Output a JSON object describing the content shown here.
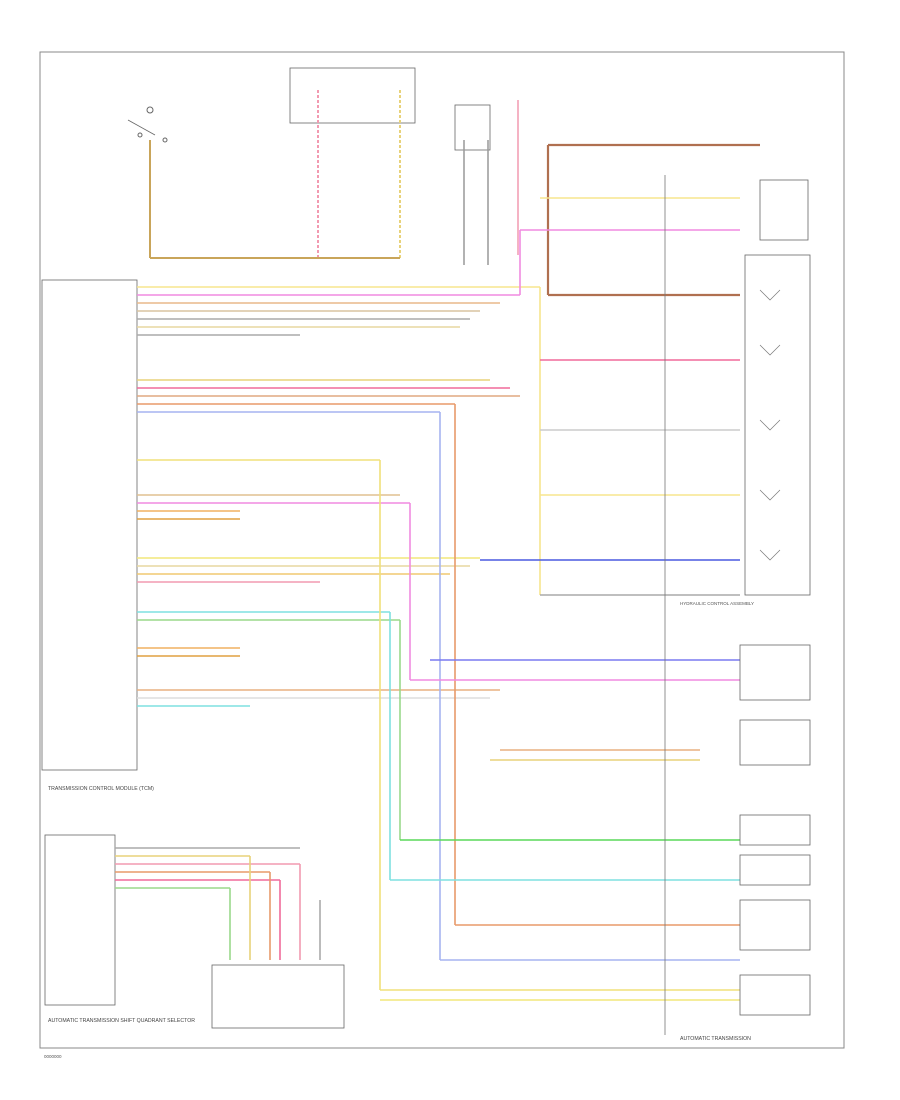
{
  "diagram": {
    "footer_left": "0000000",
    "tcm_label": "TRANSMISSION CONTROL MODULE (TCM)",
    "auto_trans_label": "AUTOMATIC TRANSMISSION",
    "shift_lock_label": "AUTOMATIC TRANSMISSION SHIFT QUADRANT SELECTOR",
    "hydraulic_label": "HYDRAULIC CONTROL ASSEMBLY"
  }
}
